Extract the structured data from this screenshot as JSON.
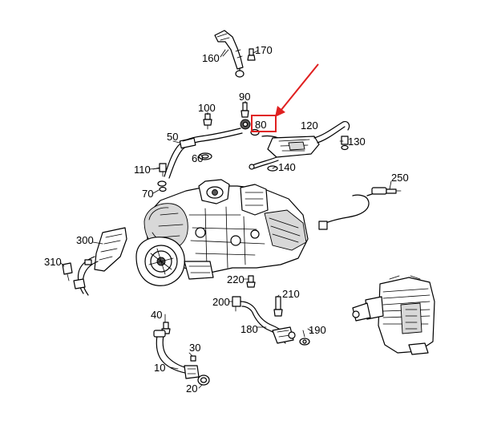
{
  "diagram": {
    "highlight_color": "#e02020",
    "highlighted_part": "80",
    "labels": {
      "l10": "10",
      "l20": "20",
      "l30": "30",
      "l40": "40",
      "l50": "50",
      "l60": "60",
      "l70": "70",
      "l80": "80",
      "l90": "90",
      "l100": "100",
      "l110": "110",
      "l120": "120",
      "l130": "130",
      "l140": "140",
      "l160": "160",
      "l170": "170",
      "l180": "180",
      "l190": "190",
      "l200": "200",
      "l210": "210",
      "l220": "220",
      "l250": "250",
      "l300": "300",
      "l310": "310"
    }
  }
}
